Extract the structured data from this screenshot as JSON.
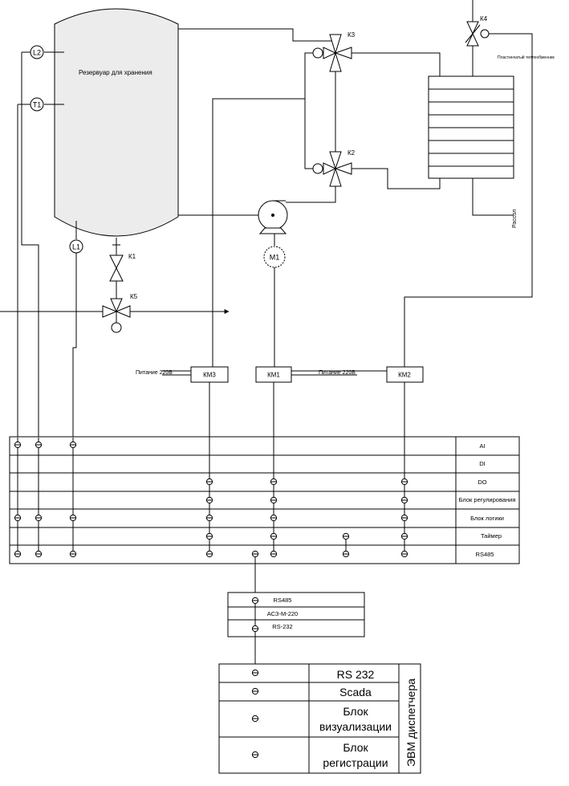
{
  "tank": {
    "label": "Резервуар для хранения"
  },
  "sensors": {
    "l2": "L2",
    "t1": "T1",
    "l1": "L1",
    "m1": "M1"
  },
  "valves": {
    "k1": "К1",
    "k2": "К2",
    "k3": "К3",
    "k4": "К4",
    "k5": "К5"
  },
  "heat_exchanger": {
    "label": "Пластинчатый теплообменник"
  },
  "brine": {
    "label": "Рассол"
  },
  "contactors": {
    "km3": "КМ3",
    "km1": "КМ1",
    "km2": "КМ2"
  },
  "power": {
    "left": "Питание 220В",
    "right": "Питание 220В"
  },
  "controller_rows": [
    "AI",
    "DI",
    "DO",
    "Блок регулирования",
    "Блок логики",
    "Таймер",
    "RS485"
  ],
  "converter_rows": [
    "RS485",
    "АСЗ-М-220",
    "RS-232"
  ],
  "pc": {
    "side_label": "ЭВМ диспетчера",
    "rows": [
      "RS 232",
      "Scada",
      "Блок визуализации",
      "Блок регистрации"
    ],
    "row_lines": [
      [
        "RS 232"
      ],
      [
        "Scada"
      ],
      [
        "Блок",
        "визуализации"
      ],
      [
        "Блок",
        "регистрации"
      ]
    ]
  }
}
